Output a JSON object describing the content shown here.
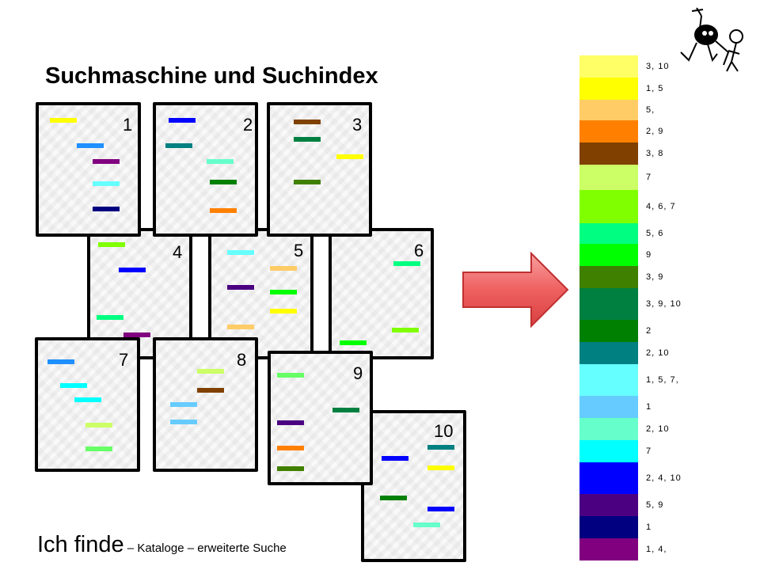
{
  "title": "Suchmaschine und Suchindex",
  "footer": {
    "main": "Ich finde",
    "sub": " – Kataloge – erweiterte Suche"
  },
  "cards": [
    {
      "label": "4",
      "marks": [
        "#80ff00",
        "#0000ff",
        "#00ff80",
        "#800080"
      ]
    },
    {
      "label": "5",
      "marks": [
        "#66ffff",
        "#ffcc66",
        "#4b0082",
        "#00ff00",
        "#ffff00",
        "#ffcc66"
      ]
    },
    {
      "label": "6",
      "marks": [
        "#00ff80",
        "#80ff00",
        "#00ff00"
      ]
    },
    {
      "label": "1",
      "marks": [
        "#ffff00",
        "#1e90ff",
        "#800080",
        "#66ffff",
        "#000080"
      ]
    },
    {
      "label": "2",
      "marks": [
        "#0000ff",
        "#008080",
        "#66ffcc",
        "#008000",
        "#ff8000"
      ]
    },
    {
      "label": "3",
      "marks": [
        "#804000",
        "#008040",
        "#ffff00",
        "#408000"
      ]
    },
    {
      "label": "7",
      "marks": [
        "#1e90ff",
        "#00ffff",
        "#00ffff",
        "#ccff66",
        "#66ff66"
      ]
    },
    {
      "label": "8",
      "marks": [
        "#ccff66",
        "#804000",
        "#66ccff",
        "#66ccff"
      ]
    },
    {
      "label": "10",
      "marks": [
        "#0000ff",
        "#008080",
        "#ffff00",
        "#008000",
        "#0000ff",
        "#66ffcc"
      ]
    },
    {
      "label": "9",
      "marks": [
        "#66ff66",
        "#008040",
        "#4b0082",
        "#ff8000",
        "#408000"
      ]
    }
  ],
  "index": [
    {
      "color": "#ffff66",
      "label": "3, 10"
    },
    {
      "color": "#ffff00",
      "label": "1, 5"
    },
    {
      "color": "#ffcc66",
      "label": "5,"
    },
    {
      "color": "#ff8000",
      "label": "2, 9"
    },
    {
      "color": "#804000",
      "label": "3, 8"
    },
    {
      "color": "#ccff66",
      "label": "7"
    },
    {
      "color": "#80ff00",
      "label": "4, 6, 7"
    },
    {
      "color": "#00ff80",
      "label": "5, 6"
    },
    {
      "color": "#00ff00",
      "label": "9"
    },
    {
      "color": "#408000",
      "label": "3, 9"
    },
    {
      "color": "#008040",
      "label": "3, 9, 10"
    },
    {
      "color": "#008000",
      "label": "2"
    },
    {
      "color": "#008080",
      "label": "2, 10"
    },
    {
      "color": "#66ffff",
      "label": "1, 5, 7,"
    },
    {
      "color": "#66ccff",
      "label": "1"
    },
    {
      "color": "#66ffcc",
      "label": "2, 10"
    },
    {
      "color": "#00ffff",
      "label": "7"
    },
    {
      "color": "#0000ff",
      "label": "2, 4, 10"
    },
    {
      "color": "#4b0082",
      "label": "5, 9"
    },
    {
      "color": "#000080",
      "label": "1"
    },
    {
      "color": "#800080",
      "label": "1, 4,"
    }
  ],
  "icons": {
    "arrow": "right-arrow-icon",
    "mascot": "stick-figure-mascot-icon"
  },
  "colors": {
    "arrow_fill": "#f07070",
    "arrow_stroke": "#c03030"
  }
}
